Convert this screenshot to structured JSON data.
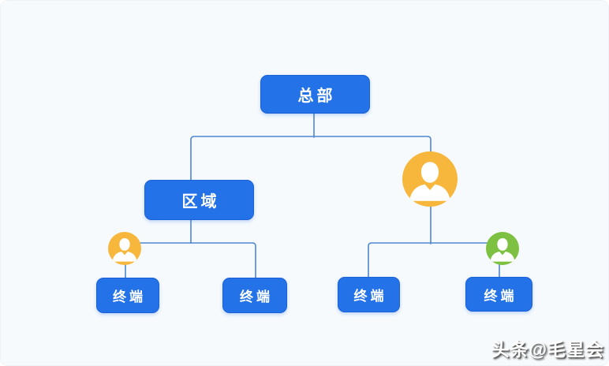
{
  "diagram": {
    "type": "org-tree",
    "nodes": {
      "headquarters": {
        "label": "总部"
      },
      "region": {
        "label": "区域"
      },
      "terminals": [
        {
          "label": "终端"
        },
        {
          "label": "终端"
        },
        {
          "label": "终端"
        },
        {
          "label": "终端"
        }
      ]
    },
    "icons": [
      {
        "name": "person-icon",
        "variant": "large",
        "color": "#f7b73c"
      },
      {
        "name": "person-icon",
        "variant": "small",
        "color": "#f7b73c"
      },
      {
        "name": "person-icon",
        "variant": "small",
        "color": "#7ec142"
      }
    ],
    "colors": {
      "node_fill": "#2472e8",
      "node_border": "#1c60d6",
      "connector": "#4e86d2",
      "background": "#f7fafd",
      "label_text": "#ffffff"
    }
  },
  "watermark": {
    "text": "头条@毛星会"
  }
}
